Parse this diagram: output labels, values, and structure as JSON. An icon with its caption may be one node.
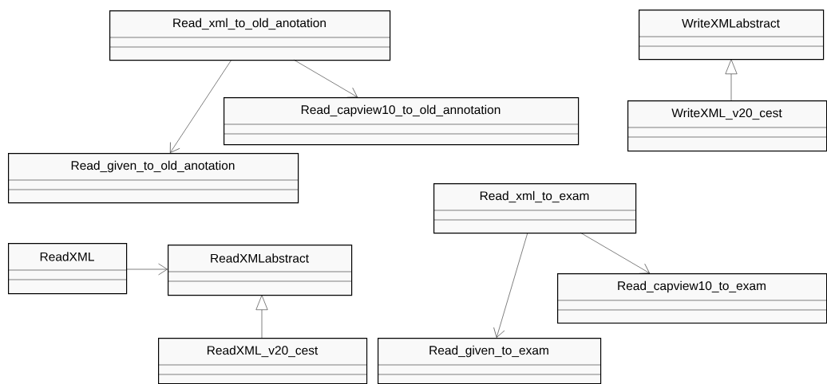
{
  "diagram": {
    "nodes": [
      {
        "text": [
          "Read_xml_to_old_anotation"
        ]
      },
      {
        "text": [
          "Read_capview10_to_old_annotation"
        ]
      },
      {
        "text": [
          "Read_given_to_old_anotation"
        ]
      },
      {
        "text": [
          "WriteXMLabstract"
        ]
      },
      {
        "text": [
          "WriteXML_v20_cest"
        ]
      },
      {
        "text": [
          "Read_xml_to_exam"
        ]
      },
      {
        "text": [
          "ReadXML"
        ]
      },
      {
        "text": [
          "ReadXMLabstract"
        ]
      },
      {
        "text": [
          "Read_capview10_to_exam"
        ]
      },
      {
        "text": [
          "ReadXML_v20_cest"
        ]
      },
      {
        "text": [
          "Read_given_to_exam"
        ]
      }
    ],
    "edges": [
      {
        "from": 0,
        "to": 2,
        "arrow": "to"
      },
      {
        "from": 0,
        "to": 1,
        "arrow": "to"
      },
      {
        "from": 4,
        "to": 3,
        "arrow": "to"
      },
      {
        "from": 5,
        "to": 10,
        "arrow": "to"
      },
      {
        "from": 5,
        "to": 8,
        "arrow": "to"
      },
      {
        "from": 6,
        "to": 7,
        "arrow": "to"
      },
      {
        "from": 9,
        "to": 7,
        "arrow": "to"
      }
    ]
  }
}
